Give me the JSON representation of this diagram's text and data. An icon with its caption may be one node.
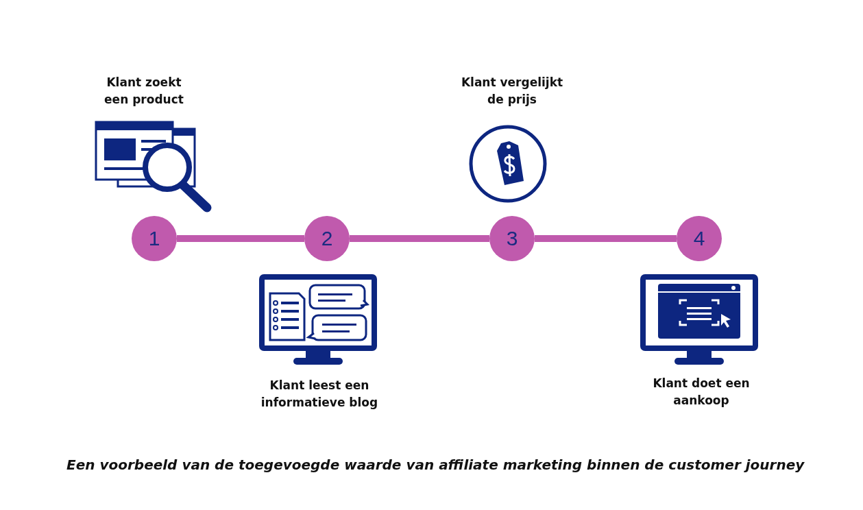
{
  "diagram": {
    "caption": "Een voorbeeld van de toegevoegde waarde van affiliate marketing binnen de customer journey",
    "nodes": [
      {
        "text": [
          "1"
        ]
      },
      {
        "text": [
          "2"
        ]
      },
      {
        "text": [
          "3"
        ]
      },
      {
        "text": [
          "4"
        ]
      }
    ],
    "edges": [
      {
        "from": 0,
        "to": 1,
        "arrow": "none"
      },
      {
        "from": 1,
        "to": 2,
        "arrow": "none"
      },
      {
        "from": 2,
        "to": 3,
        "arrow": "none"
      }
    ],
    "labels": [
      "Klant zoekt een product",
      "Klant vergelijkt de prijs",
      "Klant leest een informatieve blog",
      "Klant doet een aankoop"
    ]
  }
}
